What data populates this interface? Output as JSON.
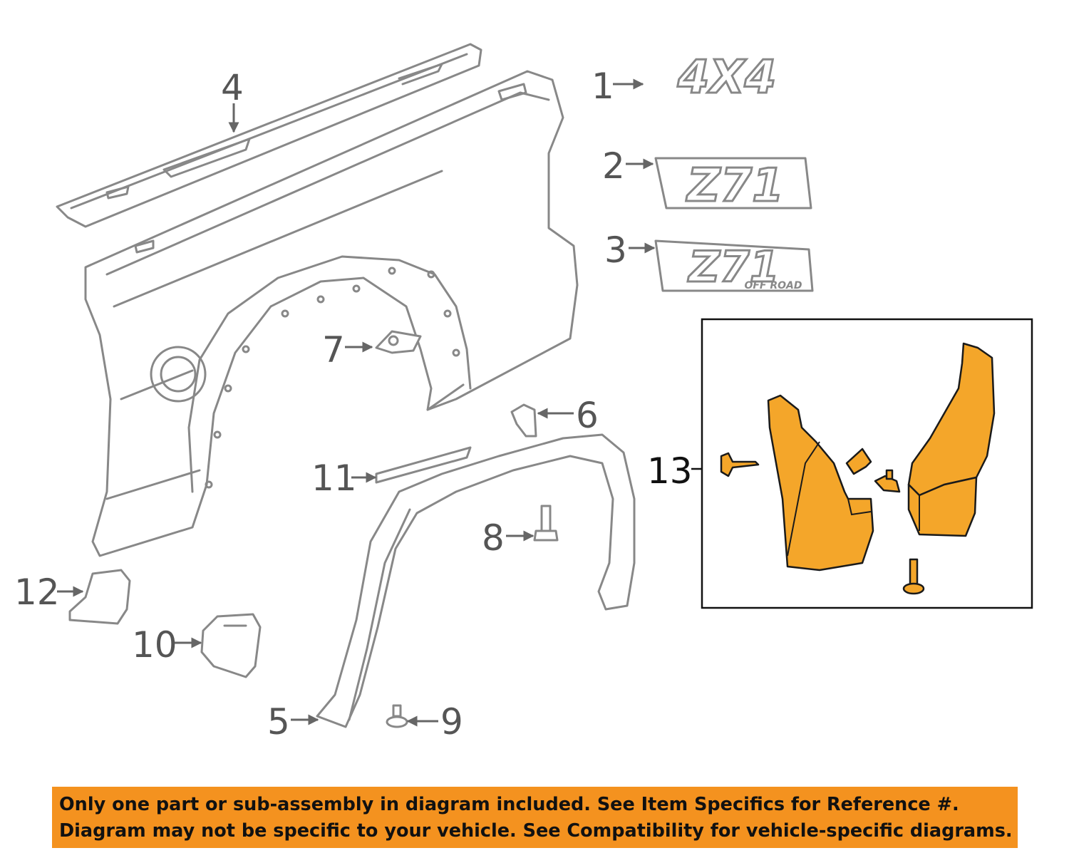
{
  "callouts": [
    "1",
    "2",
    "3",
    "4",
    "5",
    "6",
    "7",
    "8",
    "9",
    "10",
    "11",
    "12",
    "13"
  ],
  "badges": {
    "b1": "4X4",
    "b2": "Z71",
    "b3": "Z71",
    "b3_sub": "OFF ROAD"
  },
  "colors": {
    "highlight": "#f4a62a",
    "banner": "#f4921f",
    "line": "#888888"
  },
  "notice": {
    "line1": "Only one part or sub-assembly in diagram included. See Item Specifics for Reference #.",
    "line2": "Diagram may not be specific to your vehicle. See Compatibility for vehicle-specific diagrams."
  }
}
